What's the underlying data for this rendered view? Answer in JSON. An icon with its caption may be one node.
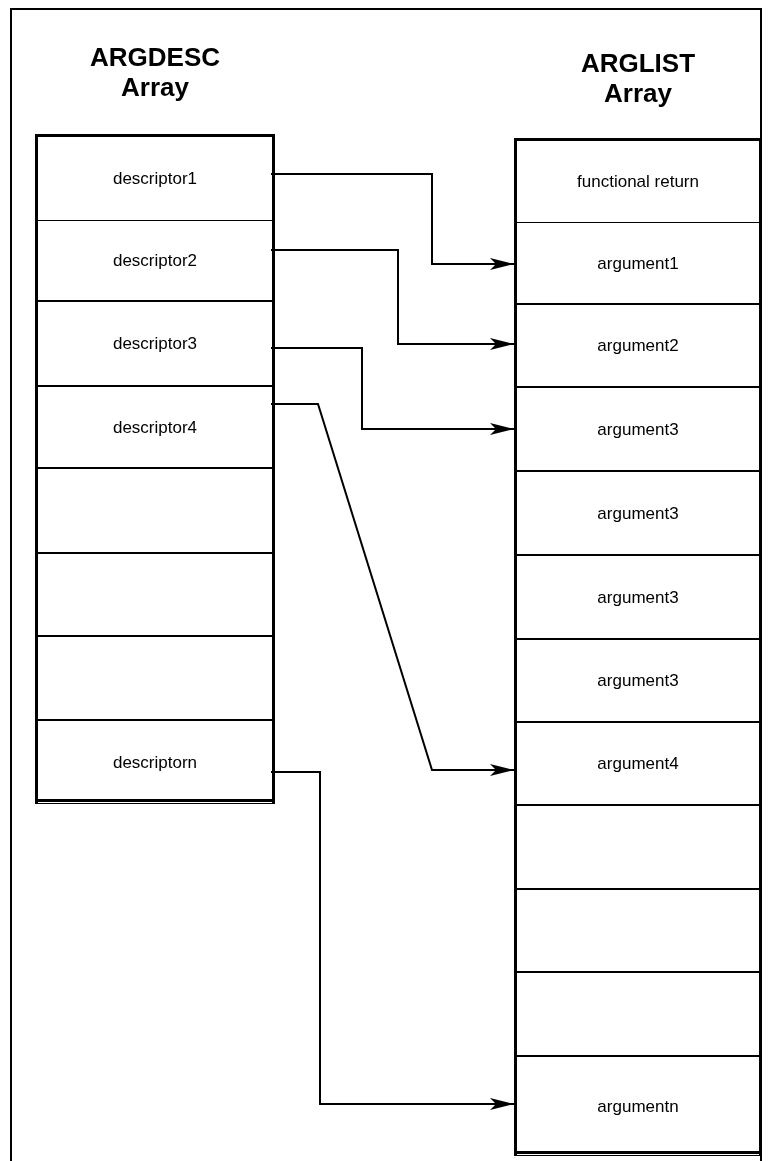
{
  "diagram": {
    "nodes": [
      {
        "text": [
          "ARGDESC Array"
        ]
      },
      {
        "text": [
          "descriptor1"
        ],
        "in": 0
      },
      {
        "text": [
          "descriptor2"
        ],
        "in": 0
      },
      {
        "text": [
          "descriptor3"
        ],
        "in": 0
      },
      {
        "text": [
          "descriptor4"
        ],
        "in": 0
      },
      {
        "text": [],
        "shape": "box",
        "in": 0
      },
      {
        "text": [],
        "shape": "box",
        "in": 0
      },
      {
        "text": [],
        "shape": "box",
        "in": 0
      },
      {
        "text": [
          "descriptorn"
        ],
        "in": 0
      },
      {
        "text": [
          "ARGLIST Array"
        ]
      },
      {
        "text": [
          "functional return"
        ],
        "in": 9
      },
      {
        "text": [
          "argument1"
        ],
        "in": 9
      },
      {
        "text": [
          "argument2"
        ],
        "in": 9
      },
      {
        "text": [
          "argument3"
        ],
        "in": 9
      },
      {
        "text": [
          "argument3"
        ],
        "in": 9
      },
      {
        "text": [
          "argument3"
        ],
        "in": 9
      },
      {
        "text": [
          "argument3"
        ],
        "in": 9
      },
      {
        "text": [
          "argument4"
        ],
        "in": 9
      },
      {
        "text": [],
        "shape": "box",
        "in": 9
      },
      {
        "text": [],
        "shape": "box",
        "in": 9
      },
      {
        "text": [],
        "shape": "box",
        "in": 9
      },
      {
        "text": [
          "argumentn"
        ],
        "in": 9
      }
    ],
    "edges": [
      {
        "from": 1,
        "to": 11,
        "arrow": "to"
      },
      {
        "from": 2,
        "to": 12,
        "arrow": "to"
      },
      {
        "from": 3,
        "to": 13,
        "arrow": "to"
      },
      {
        "from": 4,
        "to": 17,
        "arrow": "to"
      },
      {
        "from": 8,
        "to": 21,
        "arrow": "to"
      }
    ]
  }
}
